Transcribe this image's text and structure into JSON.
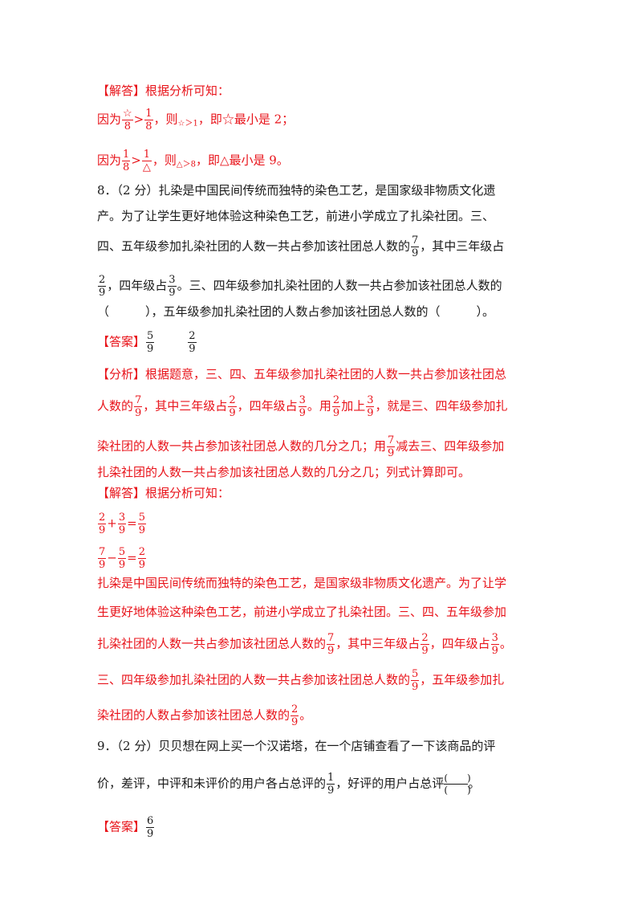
{
  "q7_solution": {
    "label": "【解答】",
    "intro": "根据分析可知：",
    "line1": {
      "a": "因为",
      "f1_num": "☆",
      "f1_den": "8",
      "gt": ">",
      "f2_num": "1",
      "f2_den": "8",
      "b": "，则",
      "cond": "☆＞1",
      "c": "，即☆最小是 2；"
    },
    "line2": {
      "a": "因为",
      "f1_num": "1",
      "f1_den": "8",
      "gt": ">",
      "f2_num": "1",
      "f2_den": "△",
      "b": "，则",
      "cond": "△＞8",
      "c": "，即△最小是 9。"
    }
  },
  "q8": {
    "question": {
      "l1": "8．（2 分）扎染是中国民间传统而独特的染色工艺，是国家级非物质文化遗",
      "l2": "产。为了让学生更好地体验这种染色工艺，前进小学成立了扎染社团。三、",
      "l3a": "四、五年级参加扎染社团的人数一共占参加该社团总人数的",
      "l3_num": "7",
      "l3_den": "9",
      "l3b": "，其中三年级占",
      "l4_num": "2",
      "l4_den": "9",
      "l4a": "，四年级占",
      "l4_num2": "3",
      "l4_den2": "9",
      "l4b": "。三、四年级参加扎染社团的人数一共占参加该社团总人数的",
      "l5": "（　　　），五年级参加扎染社团的人数占参加该社团总人数的（　　　）。"
    },
    "answer": {
      "label": "【答案】",
      "a1_num": "5",
      "a1_den": "9",
      "a2_num": "2",
      "a2_den": "9"
    },
    "analysis": {
      "label": "【分析】",
      "l1": "根据题意，三、四、五年级参加扎染社团的人数一共占参加该社团总",
      "l2a": "人数的",
      "l2_f1n": "7",
      "l2_f1d": "9",
      "l2b": "，其中三年级占",
      "l2_f2n": "2",
      "l2_f2d": "9",
      "l2c": "，四年级占",
      "l2_f3n": "3",
      "l2_f3d": "9",
      "l2d": "。用",
      "l2_f4n": "2",
      "l2_f4d": "9",
      "l2e": "加上",
      "l2_f5n": "3",
      "l2_f5d": "9",
      "l2f": "，就是三、四年级参加扎",
      "l3a": "染社团的人数一共占参加该社团总人数的几分之几；用",
      "l3_fn": "7",
      "l3_fd": "9",
      "l3b": "减去三、四年级参加",
      "l4": "扎染社团的人数一共占参加该社团总人数的几分之几；列式计算即可。"
    },
    "solution": {
      "label": "【解答】",
      "intro": "根据分析可知：",
      "eq1": {
        "a_n": "2",
        "a_d": "9",
        "op": "+",
        "b_n": "3",
        "b_d": "9",
        "eq": "=",
        "r_n": "5",
        "r_d": "9"
      },
      "eq2": {
        "a_n": "7",
        "a_d": "9",
        "op": "−",
        "b_n": "5",
        "b_d": "9",
        "eq": "=",
        "r_n": "2",
        "r_d": "9"
      },
      "p1": "扎染是中国民间传统而独特的染色工艺，是国家级非物质文化遗产。为了让学",
      "p2": "生更好地体验这种染色工艺，前进小学成立了扎染社团。三、四、五年级参加",
      "p3a": "扎染社团的人数一共占参加该社团总人数的",
      "p3_f1n": "7",
      "p3_f1d": "9",
      "p3b": "，其中三年级占",
      "p3_f2n": "2",
      "p3_f2d": "9",
      "p3c": "，四年级占",
      "p3_f3n": "3",
      "p3_f3d": "9",
      "p3d": "。",
      "p4a": "三、四年级参加扎染社团的人数一共占参加该社团总人数的",
      "p4_fn": "5",
      "p4_fd": "9",
      "p4b": "，五年级参加扎",
      "p5a": "染社团的人数占参加该社团总人数的",
      "p5_fn": "2",
      "p5_fd": "9",
      "p5b": "。"
    }
  },
  "q9": {
    "l1": "9．（2 分）贝贝想在网上买一个汉诺塔，在一个店铺查看了一下该商品的评",
    "l2a": "价，差评，中评和未评价的用户各占总评的",
    "l2_fn": "1",
    "l2_fd": "9",
    "l2b": "，好评的用户占总评",
    "blank_num": "(　　)",
    "blank_den": "(　　)",
    "l2c": "。",
    "answer": {
      "label": "【答案】",
      "num": "6",
      "den": "9"
    }
  }
}
